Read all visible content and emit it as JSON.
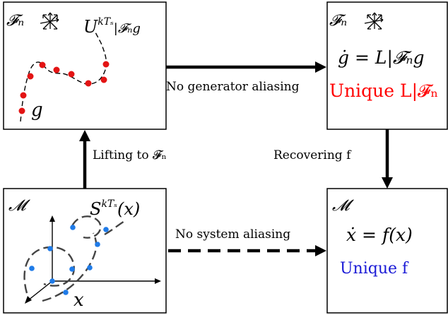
{
  "top_left": {
    "space_label": "𝓕ₙ",
    "operator_label": "U",
    "operator_sup": "kTₛ",
    "operator_sub": "|𝓕ₙg",
    "function_label": "g"
  },
  "top_right": {
    "space_label": "𝓕ₙ",
    "equation": "ġ = L|𝓕ₙg",
    "unique_text": "Unique L|𝓕ₙ",
    "unique_color": "#ff0000"
  },
  "bottom_left": {
    "space_label": "𝓜",
    "flow_label": "S",
    "flow_sup": "kTₛ",
    "flow_arg": "(x)",
    "axis_label": "x"
  },
  "bottom_right": {
    "space_label": "𝓜",
    "equation": "ẋ = f(x)",
    "unique_text": "Unique f",
    "unique_color": "#1a1ad6"
  },
  "arrows": {
    "no_generator_aliasing": "No generator aliasing",
    "lifting": "Lifting to 𝓕ₙ",
    "recovering": "Recovering f",
    "no_system_aliasing": "No system aliasing"
  },
  "colors": {
    "sample_dot_top": "#e31414",
    "sample_dot_bottom": "#1f7be8"
  }
}
